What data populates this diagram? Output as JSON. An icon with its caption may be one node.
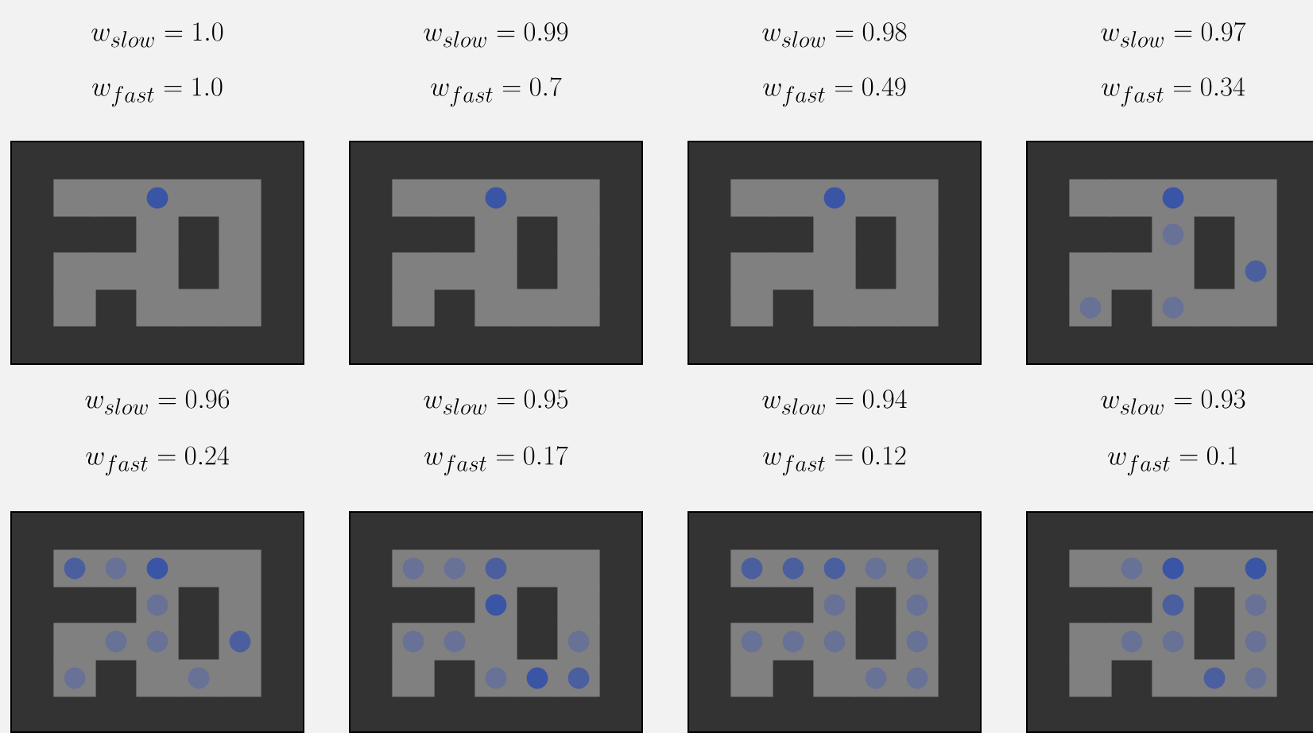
{
  "diagram": {
    "labels": [
      "w_{slow} = 1.0",
      "w_{slow} = 0.99",
      "w_{slow} = 0.98",
      "w_{slow} = 0.97",
      "w_{fast} = 1.0",
      "w_{fast} = 0.7",
      "w_{fast} = 0.49",
      "w_{fast} = 0.34",
      "w_{slow} = 0.96",
      "w_{slow} = 0.95",
      "w_{slow} = 0.94",
      "w_{slow} = 0.93",
      "w_{fast} = 0.24",
      "w_{fast} = 0.17",
      "w_{fast} = 0.12",
      "w_{fast} = 0.1"
    ]
  }
}
